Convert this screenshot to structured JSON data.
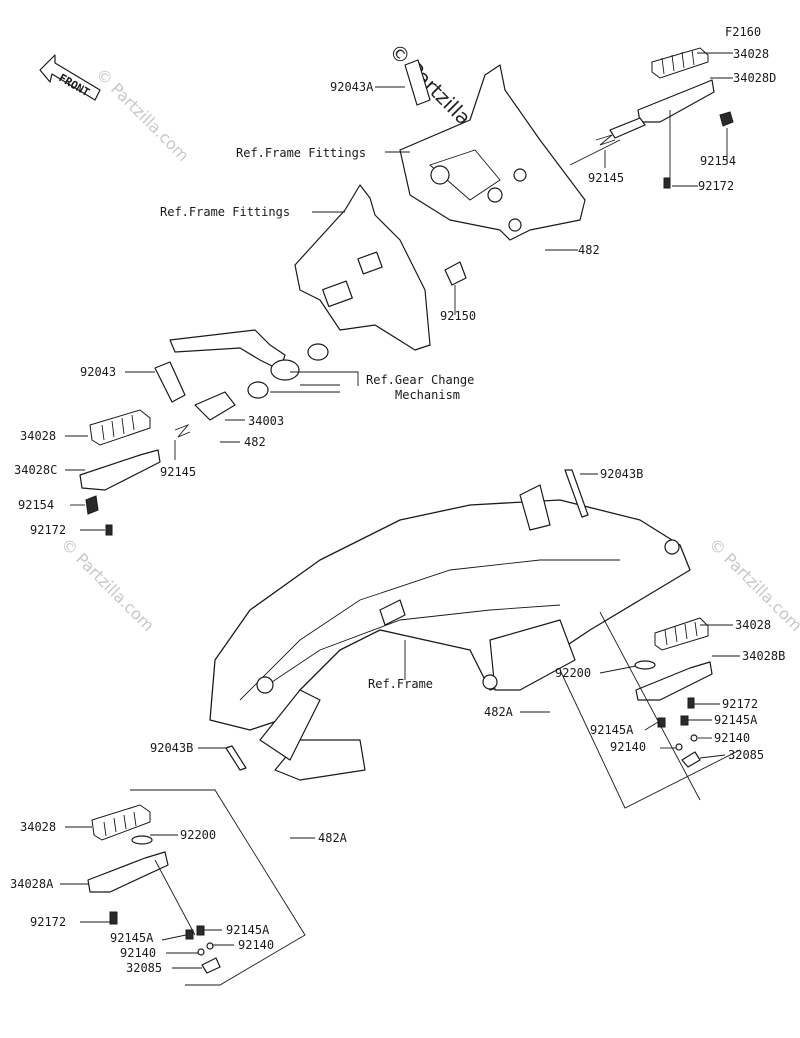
{
  "figure_code": "F2160",
  "front_label": "FRONT",
  "watermark": "© Partzilla.com",
  "watermark_center": "© Partzilla.com",
  "labels": {
    "p92043A": "92043A",
    "refFrameFittings1": "Ref.Frame Fittings",
    "refFrameFittings2": "Ref.Frame Fittings",
    "p34028_tr": "34028",
    "p34028D": "34028D",
    "p92154_tr": "92154",
    "p92172_tr": "92172",
    "p92145_tr": "92145",
    "p482_tr": "482",
    "p92150": "92150",
    "p92043": "92043",
    "refGearChange": "Ref.Gear Change",
    "mechanism": "Mechanism",
    "p34003": "34003",
    "p482_l": "482",
    "p34028_l": "34028",
    "p34028C": "34028C",
    "p92145_l": "92145",
    "p92154_l": "92154",
    "p92172_l": "92172",
    "p92043B_r": "92043B",
    "p34028_r": "34028",
    "p34028B": "34028B",
    "p92200_r": "92200",
    "refFrame": "Ref.Frame",
    "p92172_r": "92172",
    "p482A_r": "482A",
    "p92145A_r1": "92145A",
    "p92145A_r2": "92145A",
    "p92140_r1": "92140",
    "p92140_r2": "92140",
    "p32085_r": "32085",
    "p92043B_l": "92043B",
    "p34028_bl": "34028",
    "p92200_bl": "92200",
    "p482A_bl": "482A",
    "p34028A": "34028A",
    "p92172_bl": "92172",
    "p92145A_bl1": "92145A",
    "p92145A_bl2": "92145A",
    "p92140_bl1": "92140",
    "p92140_bl2": "92140",
    "p32085_bl": "32085"
  }
}
